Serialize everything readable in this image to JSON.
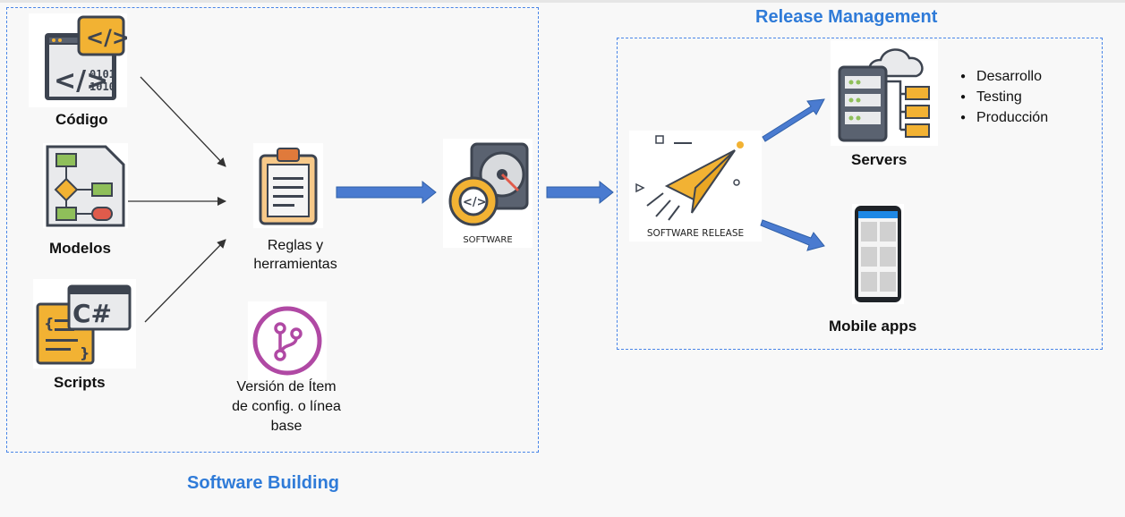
{
  "sections": {
    "building_title": "Software Building",
    "release_title": "Release Management"
  },
  "building": {
    "codigo": "Código",
    "modelos": "Modelos",
    "scripts": "Scripts",
    "reglas": [
      "Reglas y",
      "herramientas"
    ],
    "version": [
      "Versión de Ítem",
      "de config. o línea",
      "base"
    ],
    "software_icon_text": "SOFTWARE",
    "release_icon_text": "SOFTWARE RELEASE"
  },
  "release": {
    "servers": "Servers",
    "mobile": "Mobile apps",
    "environments": [
      "Desarrollo",
      "Testing",
      "Producción"
    ]
  },
  "colors": {
    "accent": "#2f7bd8",
    "arrow": "#4a7bd0",
    "icon_orange": "#f2b233",
    "icon_dark": "#3d4450",
    "git_purple": "#b049a4"
  }
}
